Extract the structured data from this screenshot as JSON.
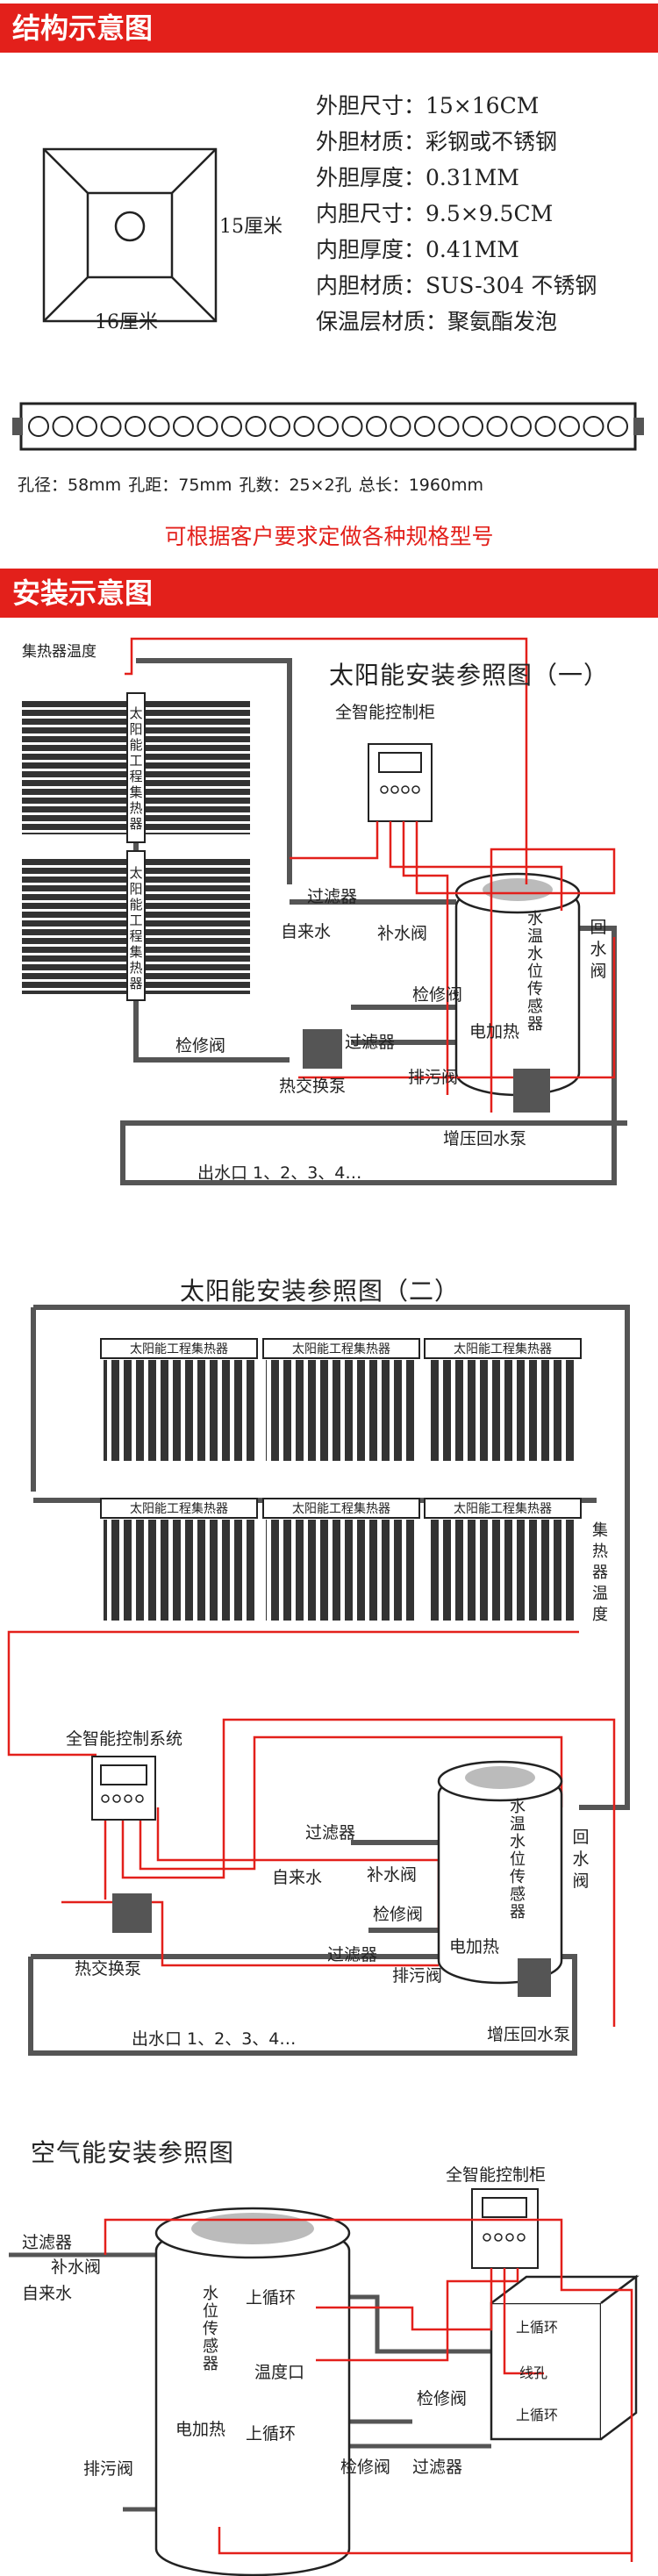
{
  "structure": {
    "heading": "结构示意图",
    "inner_size_label": "15厘米",
    "outer_size_label": "16厘米",
    "specs": [
      "外胆尺寸：15×16CM",
      "外胆材质：彩钢或不锈钢",
      "外胆厚度：0.31MM",
      "内胆尺寸：9.5×9.5CM",
      "内胆厚度：0.41MM",
      "内胆材质：SUS-304 不锈钢",
      "保温层材质：聚氨酯发泡"
    ],
    "holes_info": "孔径：58mm   孔距：75mm   孔数：25×2孔   总长：1960mm",
    "custom_note": "可根据客户要求定做各种规格型号"
  },
  "install": {
    "heading": "安装示意图",
    "diagram1": {
      "title": "太阳能安装参照图（一）",
      "collector_temp": "集热器温度",
      "collector": "太阳能工程集热器",
      "controller": "全智能控制柜",
      "filter": "过滤器",
      "tap_water": "自来水",
      "makeup_valve": "补水阀",
      "sensor": "水温水位传感器",
      "return_valve": "回水阀",
      "maintenance_valve": "检修阀",
      "electric_heater": "电加热",
      "heat_pump": "热交换泵",
      "drain_valve": "排污阀",
      "booster_pump": "增压回水泵",
      "outlets": "出水口 1、2、3、4…"
    },
    "diagram2": {
      "title": "太阳能安装参照图（二）",
      "collector": "太阳能工程集热器",
      "collector_temp": "集热器温度",
      "controller": "全智能控制系统",
      "filter": "过滤器",
      "tap_water": "自来水",
      "makeup_valve": "补水阀",
      "sensor": "水温水位传感器",
      "return_valve": "回水阀",
      "maintenance_valve": "检修阀",
      "electric_heater": "电加热",
      "heat_pump": "热交换泵",
      "drain_valve": "排污阀",
      "booster_pump": "增压回水泵",
      "outlets": "出水口 1、2、3、4…"
    },
    "diagram3": {
      "title": "空气能安装参照图",
      "controller": "全智能控制柜",
      "filter": "过滤器",
      "makeup_valve": "补水阀",
      "tap_water": "自来水",
      "sensor": "水位传感器",
      "upper_loop": "上循环",
      "temp_port": "温度口",
      "maintenance_valve": "检修阀",
      "wire_hole": "线孔",
      "electric_heater": "电加热",
      "drain_valve": "排污阀",
      "filter2": "过滤器"
    }
  },
  "colors": {
    "accent": "#e3201b",
    "pipe": "#444444",
    "wire": "#e3201b"
  }
}
